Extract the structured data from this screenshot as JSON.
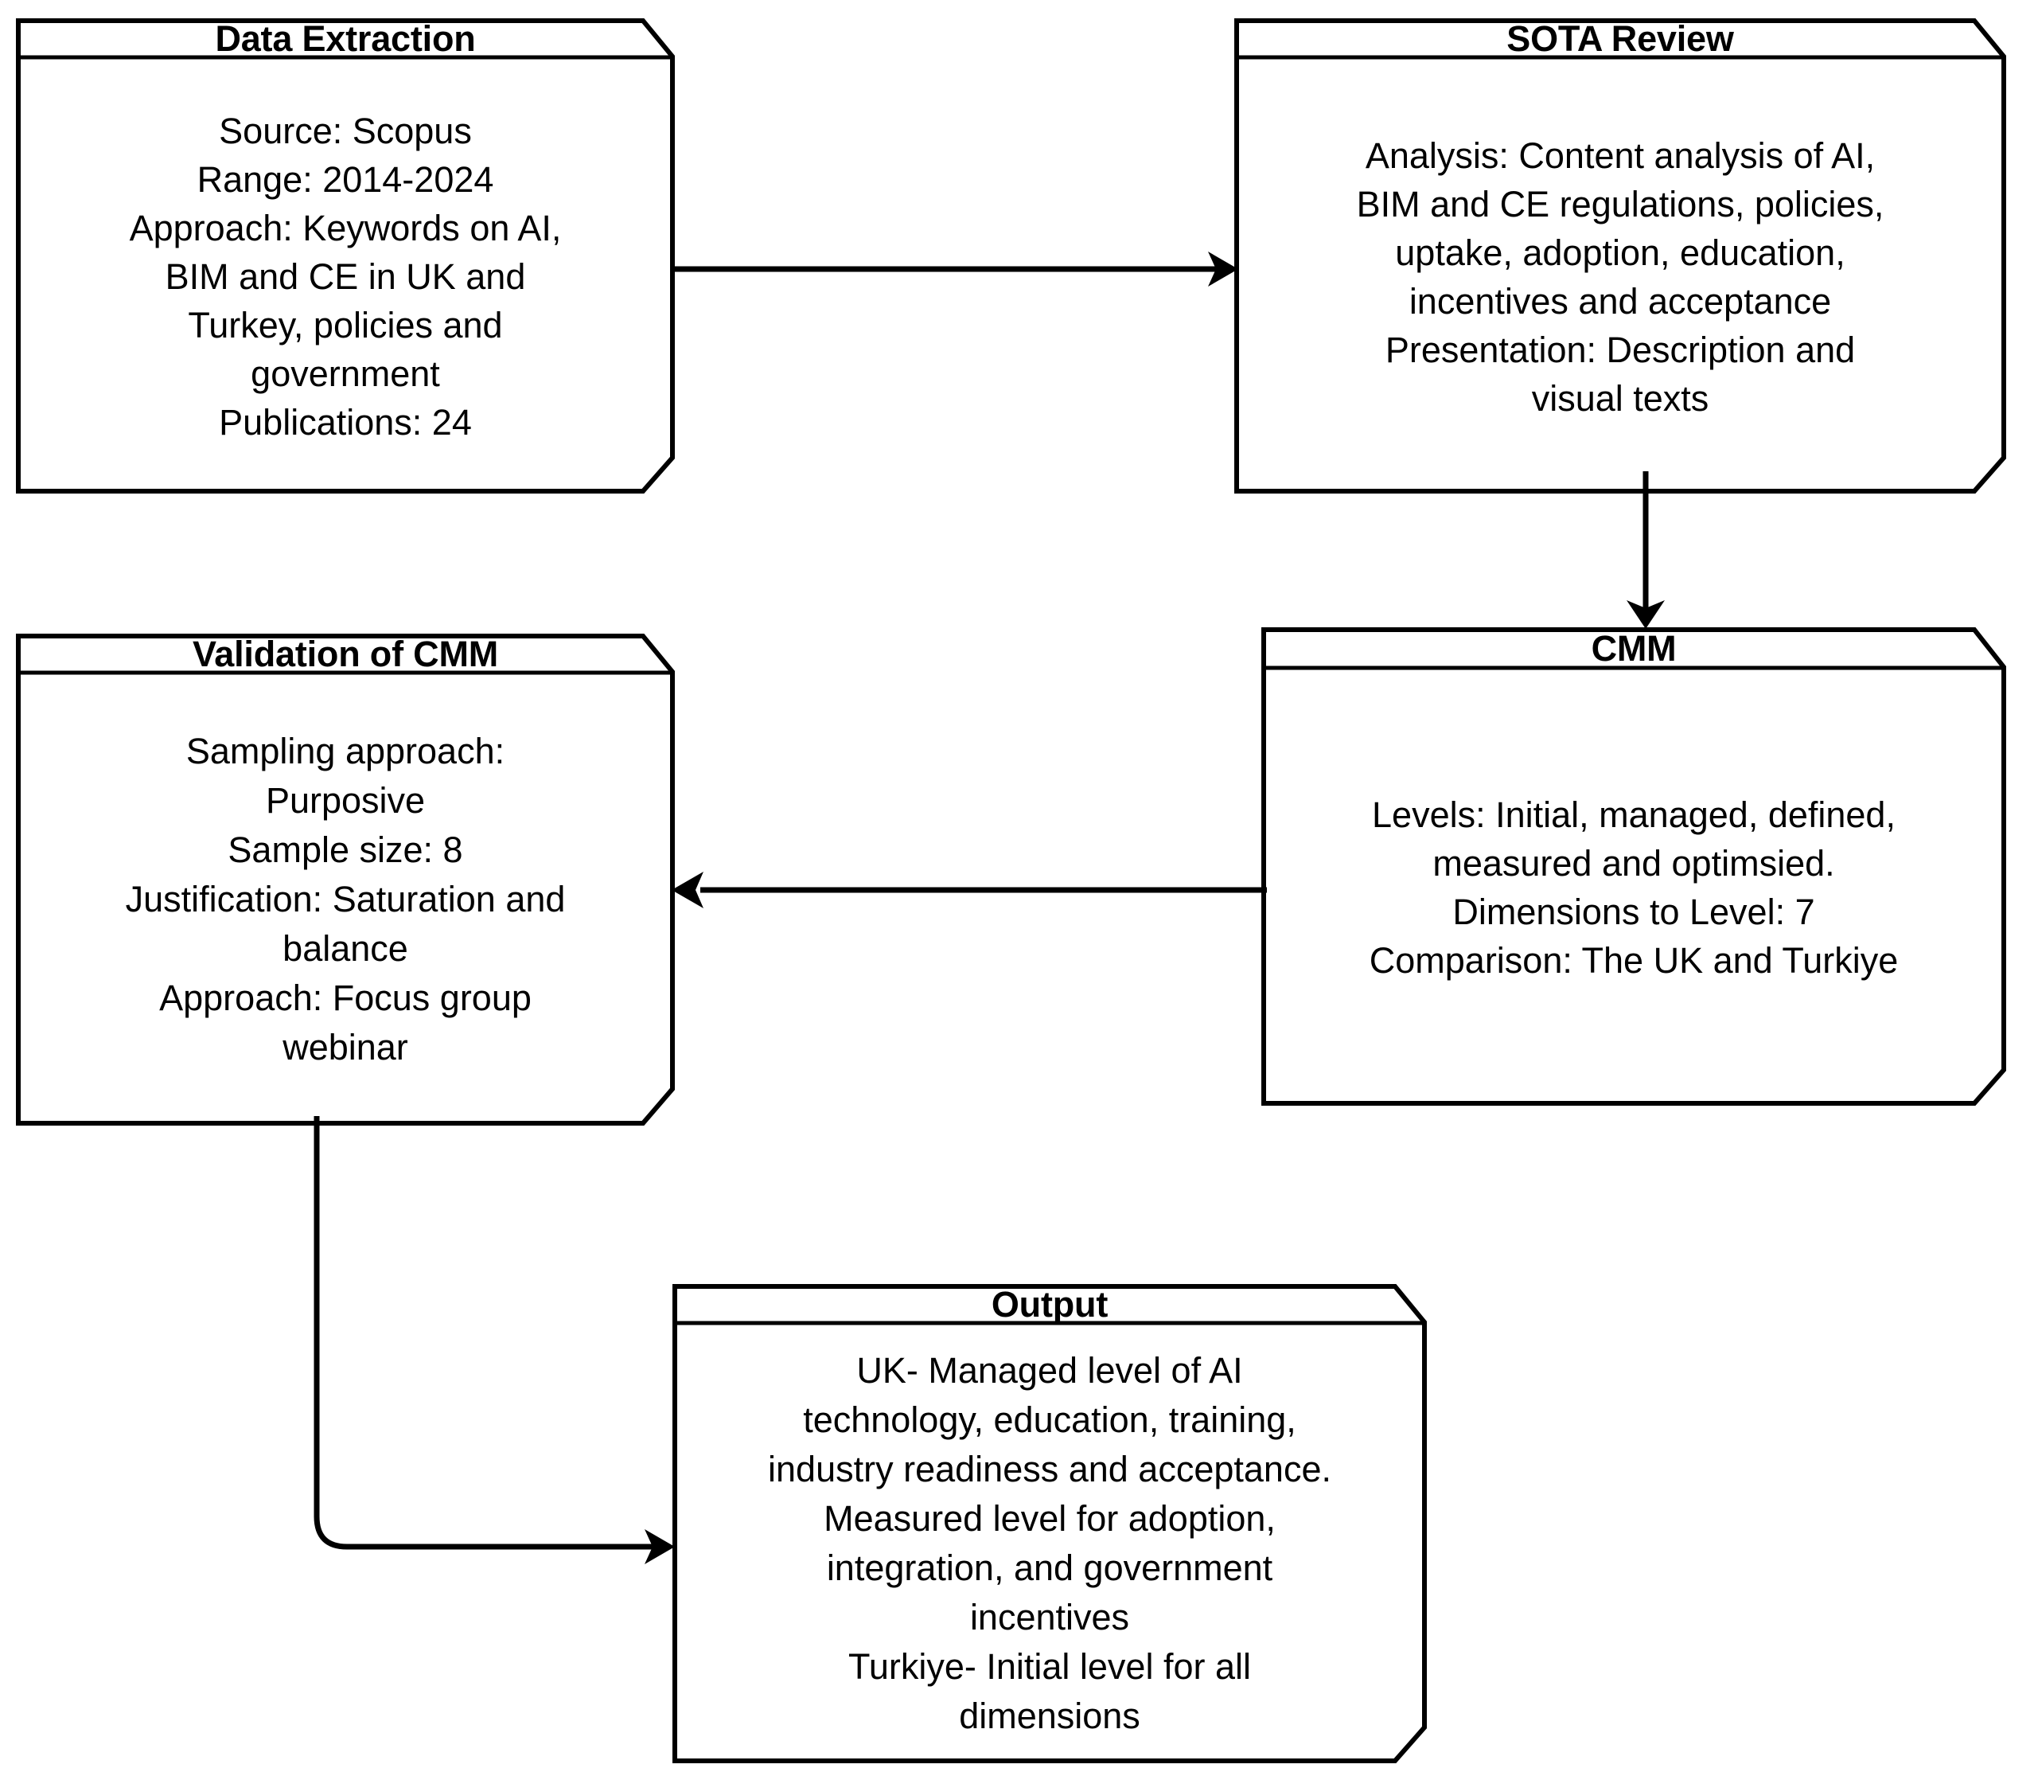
{
  "diagram": {
    "type": "flowchart",
    "title": "Research methodology flowchart",
    "stroke_color": "#000000",
    "fill_color": "#ffffff",
    "text_color": "#000000"
  },
  "nodes": [
    {
      "id": "data-extraction",
      "title": "Data Extraction",
      "body": "Source: Scopus\nRange: 2014-2024\nApproach: Keywords on AI,\nBIM and CE in UK and\nTurkey, policies and\ngovernment\nPublications: 24"
    },
    {
      "id": "sota-review",
      "title": "SOTA Review",
      "body": "Analysis: Content analysis of AI,\nBIM and CE regulations, policies,\nuptake, adoption, education,\nincentives and acceptance\nPresentation: Description and\nvisual texts"
    },
    {
      "id": "cmm",
      "title": "CMM",
      "body": "Levels: Initial, managed, defined,\nmeasured and optimsied.\nDimensions to Level: 7\nComparison: The UK and Turkiye"
    },
    {
      "id": "validation",
      "title": "Validation of CMM",
      "body": "Sampling approach:\nPurposive\nSample size: 8\nJustification: Saturation and\nbalance\nApproach: Focus group\nwebinar"
    },
    {
      "id": "output",
      "title": "Output",
      "body": "UK- Managed level of AI\ntechnology, education, training,\nindustry readiness and acceptance.\nMeasured level for adoption,\nintegration, and government\nincentives\nTurkiye- Initial level for all\ndimensions"
    }
  ],
  "connectors": [
    {
      "id": "extraction-to-sota",
      "from": "data-extraction",
      "to": "sota-review",
      "direction": "right",
      "style": "straight-arrow"
    },
    {
      "id": "sota-to-cmm",
      "from": "sota-review",
      "to": "cmm",
      "direction": "down",
      "style": "straight-arrow"
    },
    {
      "id": "cmm-to-validation",
      "from": "cmm",
      "to": "validation",
      "direction": "left",
      "style": "straight-arrow"
    },
    {
      "id": "validation-to-output",
      "from": "validation",
      "to": "output",
      "direction": "down-right",
      "style": "elbow-arrow"
    }
  ]
}
